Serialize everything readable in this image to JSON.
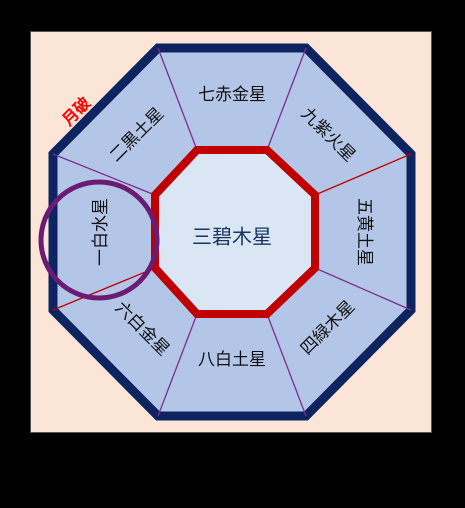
{
  "diagram": {
    "center_label": "三碧木星",
    "segments": [
      {
        "id": "top",
        "label": "七赤金星"
      },
      {
        "id": "top-right",
        "label": "九紫火星"
      },
      {
        "id": "right",
        "label": "五黄土星"
      },
      {
        "id": "bottom-right",
        "label": "四緑木星"
      },
      {
        "id": "bottom",
        "label": "八白土星"
      },
      {
        "id": "bottom-left",
        "label": "六白金星"
      },
      {
        "id": "left",
        "label": "一白水星"
      },
      {
        "id": "top-left",
        "label": "二黒土星"
      }
    ],
    "marker_label": "月破",
    "colors": {
      "outer_border": "#0d2460",
      "segment_fill": "#b4c6e7",
      "center_fill": "#dbe6f4",
      "inner_border": "#c00000",
      "divider": "#7b2f8e",
      "red_divider": "#c00000",
      "ring": "#6a1b72",
      "marker_text": "#ff0000",
      "background": "#fbe5d7"
    }
  }
}
